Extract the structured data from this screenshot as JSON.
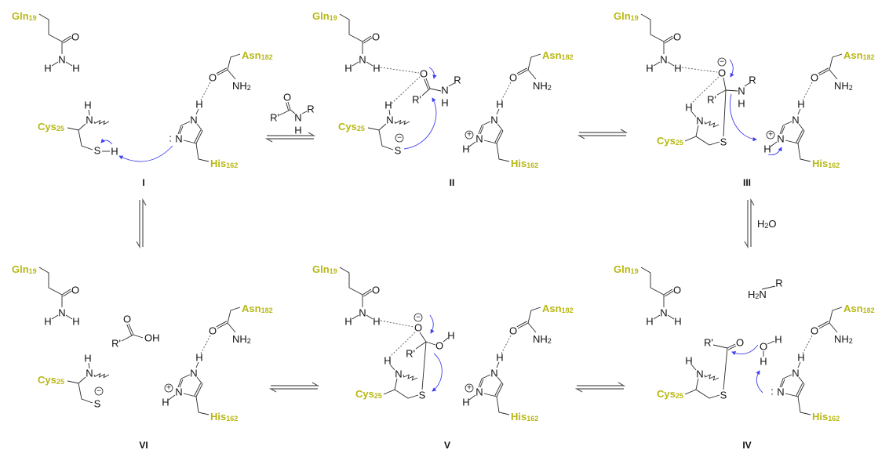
{
  "residues": {
    "gln": {
      "name": "Gln",
      "num": "19"
    },
    "cys": {
      "name": "Cys",
      "num": "25"
    },
    "his": {
      "name": "His",
      "num": "162"
    },
    "asn": {
      "name": "Asn",
      "num": "182"
    }
  },
  "atoms": {
    "O": "O",
    "N": "N",
    "H": "H",
    "S": "S",
    "R": "R",
    "R_prime": "R'",
    "NH": "NH",
    "sub2": "2",
    "OH": "OH",
    "colon": ":",
    "minus": "−",
    "plus": "+"
  },
  "reagents": {
    "water": {
      "a": "H",
      "sub": "2",
      "b": "O"
    }
  },
  "stages": {
    "I": "I",
    "II": "II",
    "III": "III",
    "IV": "IV",
    "V": "V",
    "VI": "VI"
  },
  "colors": {
    "residue": "#b8b814",
    "arrow": "#4040f0",
    "bond": "#2a2a2a"
  }
}
